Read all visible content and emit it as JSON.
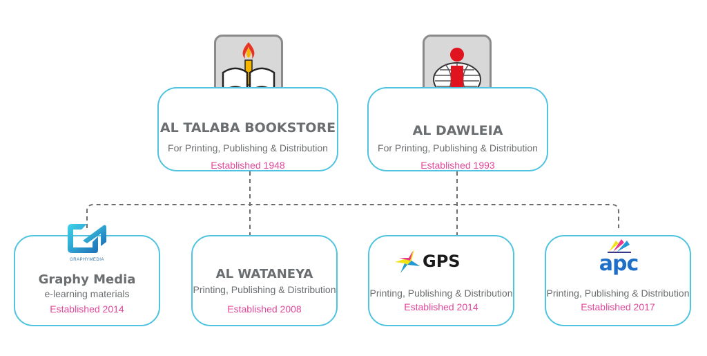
{
  "top": [
    {
      "title": "AL TALABA BOOKSTORE",
      "subtitle": "For Printing, Publishing & Distribution",
      "established": "Established 1948"
    },
    {
      "title": "AL DAWLEIA",
      "subtitle": "For Printing, Publishing & Distribution",
      "established": "Established 1993"
    }
  ],
  "bottom": [
    {
      "title": "Graphy Media",
      "subtitle": "e-learning materials",
      "established": "Established 2014",
      "logo_text": "GRAPHYMEDIA"
    },
    {
      "title": "AL WATANEYA",
      "subtitle": "Printing, Publishing & Distribution",
      "established": "Established 2008"
    },
    {
      "logo_text": "GPS",
      "subtitle": "Printing, Publishing & Distribution",
      "established": "Established 2014"
    },
    {
      "logo_text": "apc",
      "subtitle": "Printing, Publishing & Distribution",
      "established": "Established 2017"
    }
  ],
  "colors": {
    "border": "#4fc3e0",
    "accent": "#e0489a",
    "text": "#6b6e70",
    "connector": "#6b6e70"
  }
}
